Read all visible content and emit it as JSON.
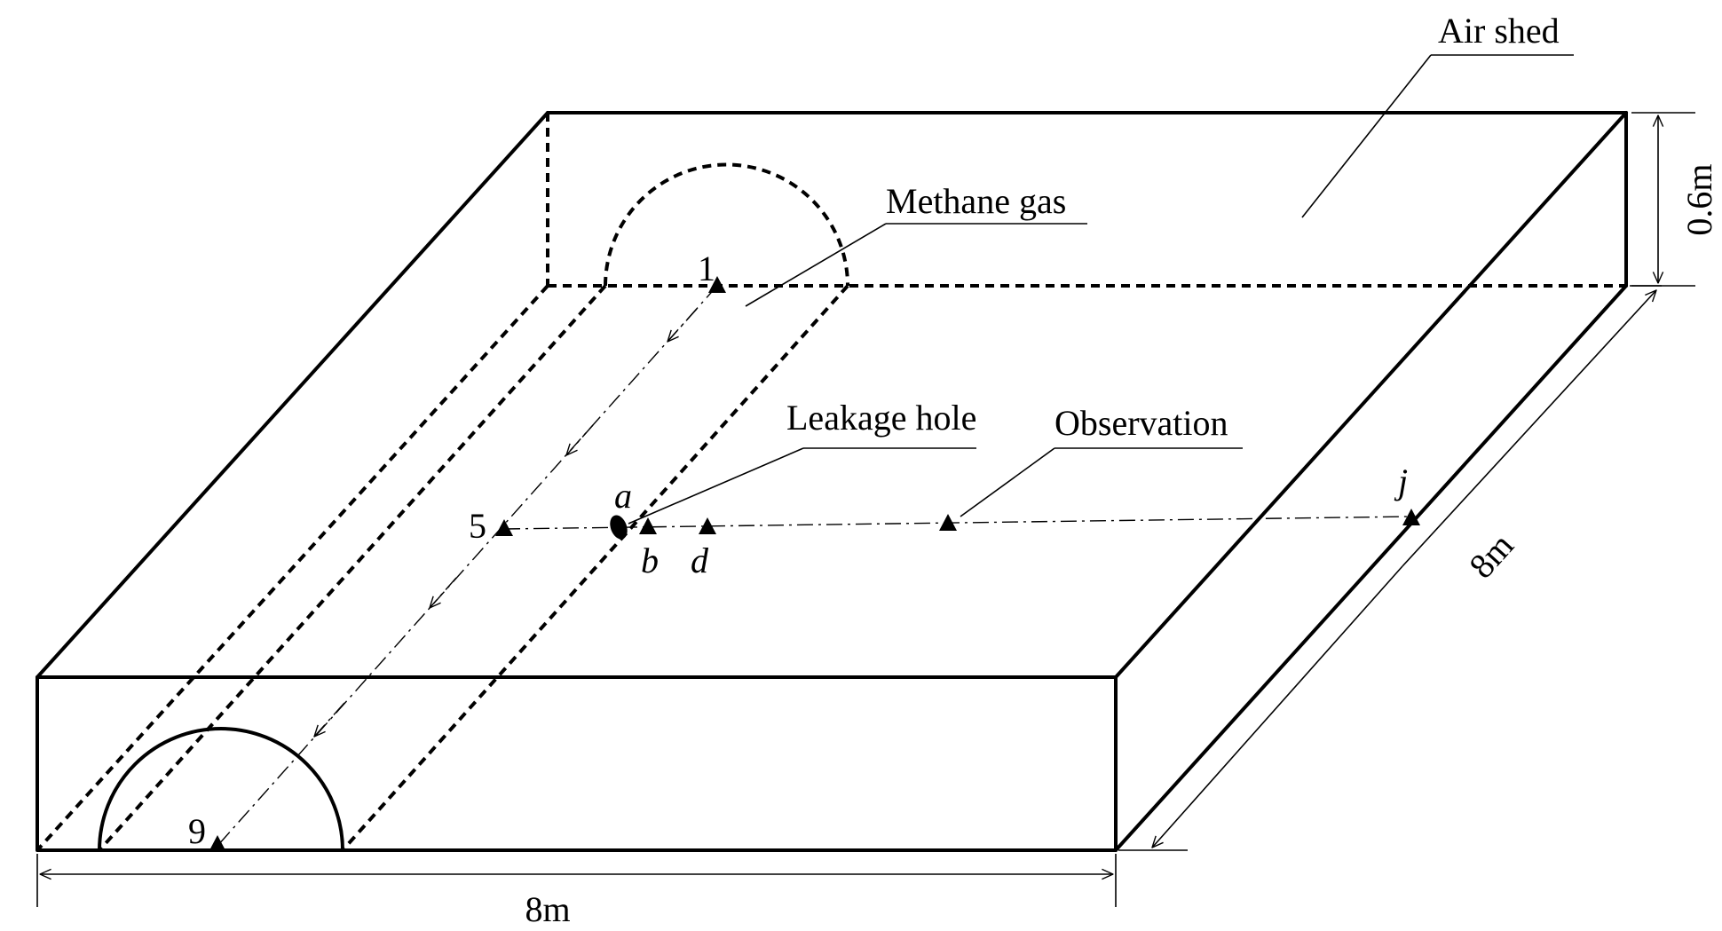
{
  "labels": {
    "air_shed": "Air shed",
    "methane_gas": "Methane gas",
    "leakage_hole": "Leakage hole",
    "observation": "Observation",
    "point_1": "1",
    "point_5": "5",
    "point_9": "9",
    "point_a": "a",
    "point_b": "b",
    "point_d": "d",
    "point_j": "j"
  },
  "dimensions": {
    "height": "0.6m",
    "depth": "8m",
    "width": "8m"
  }
}
